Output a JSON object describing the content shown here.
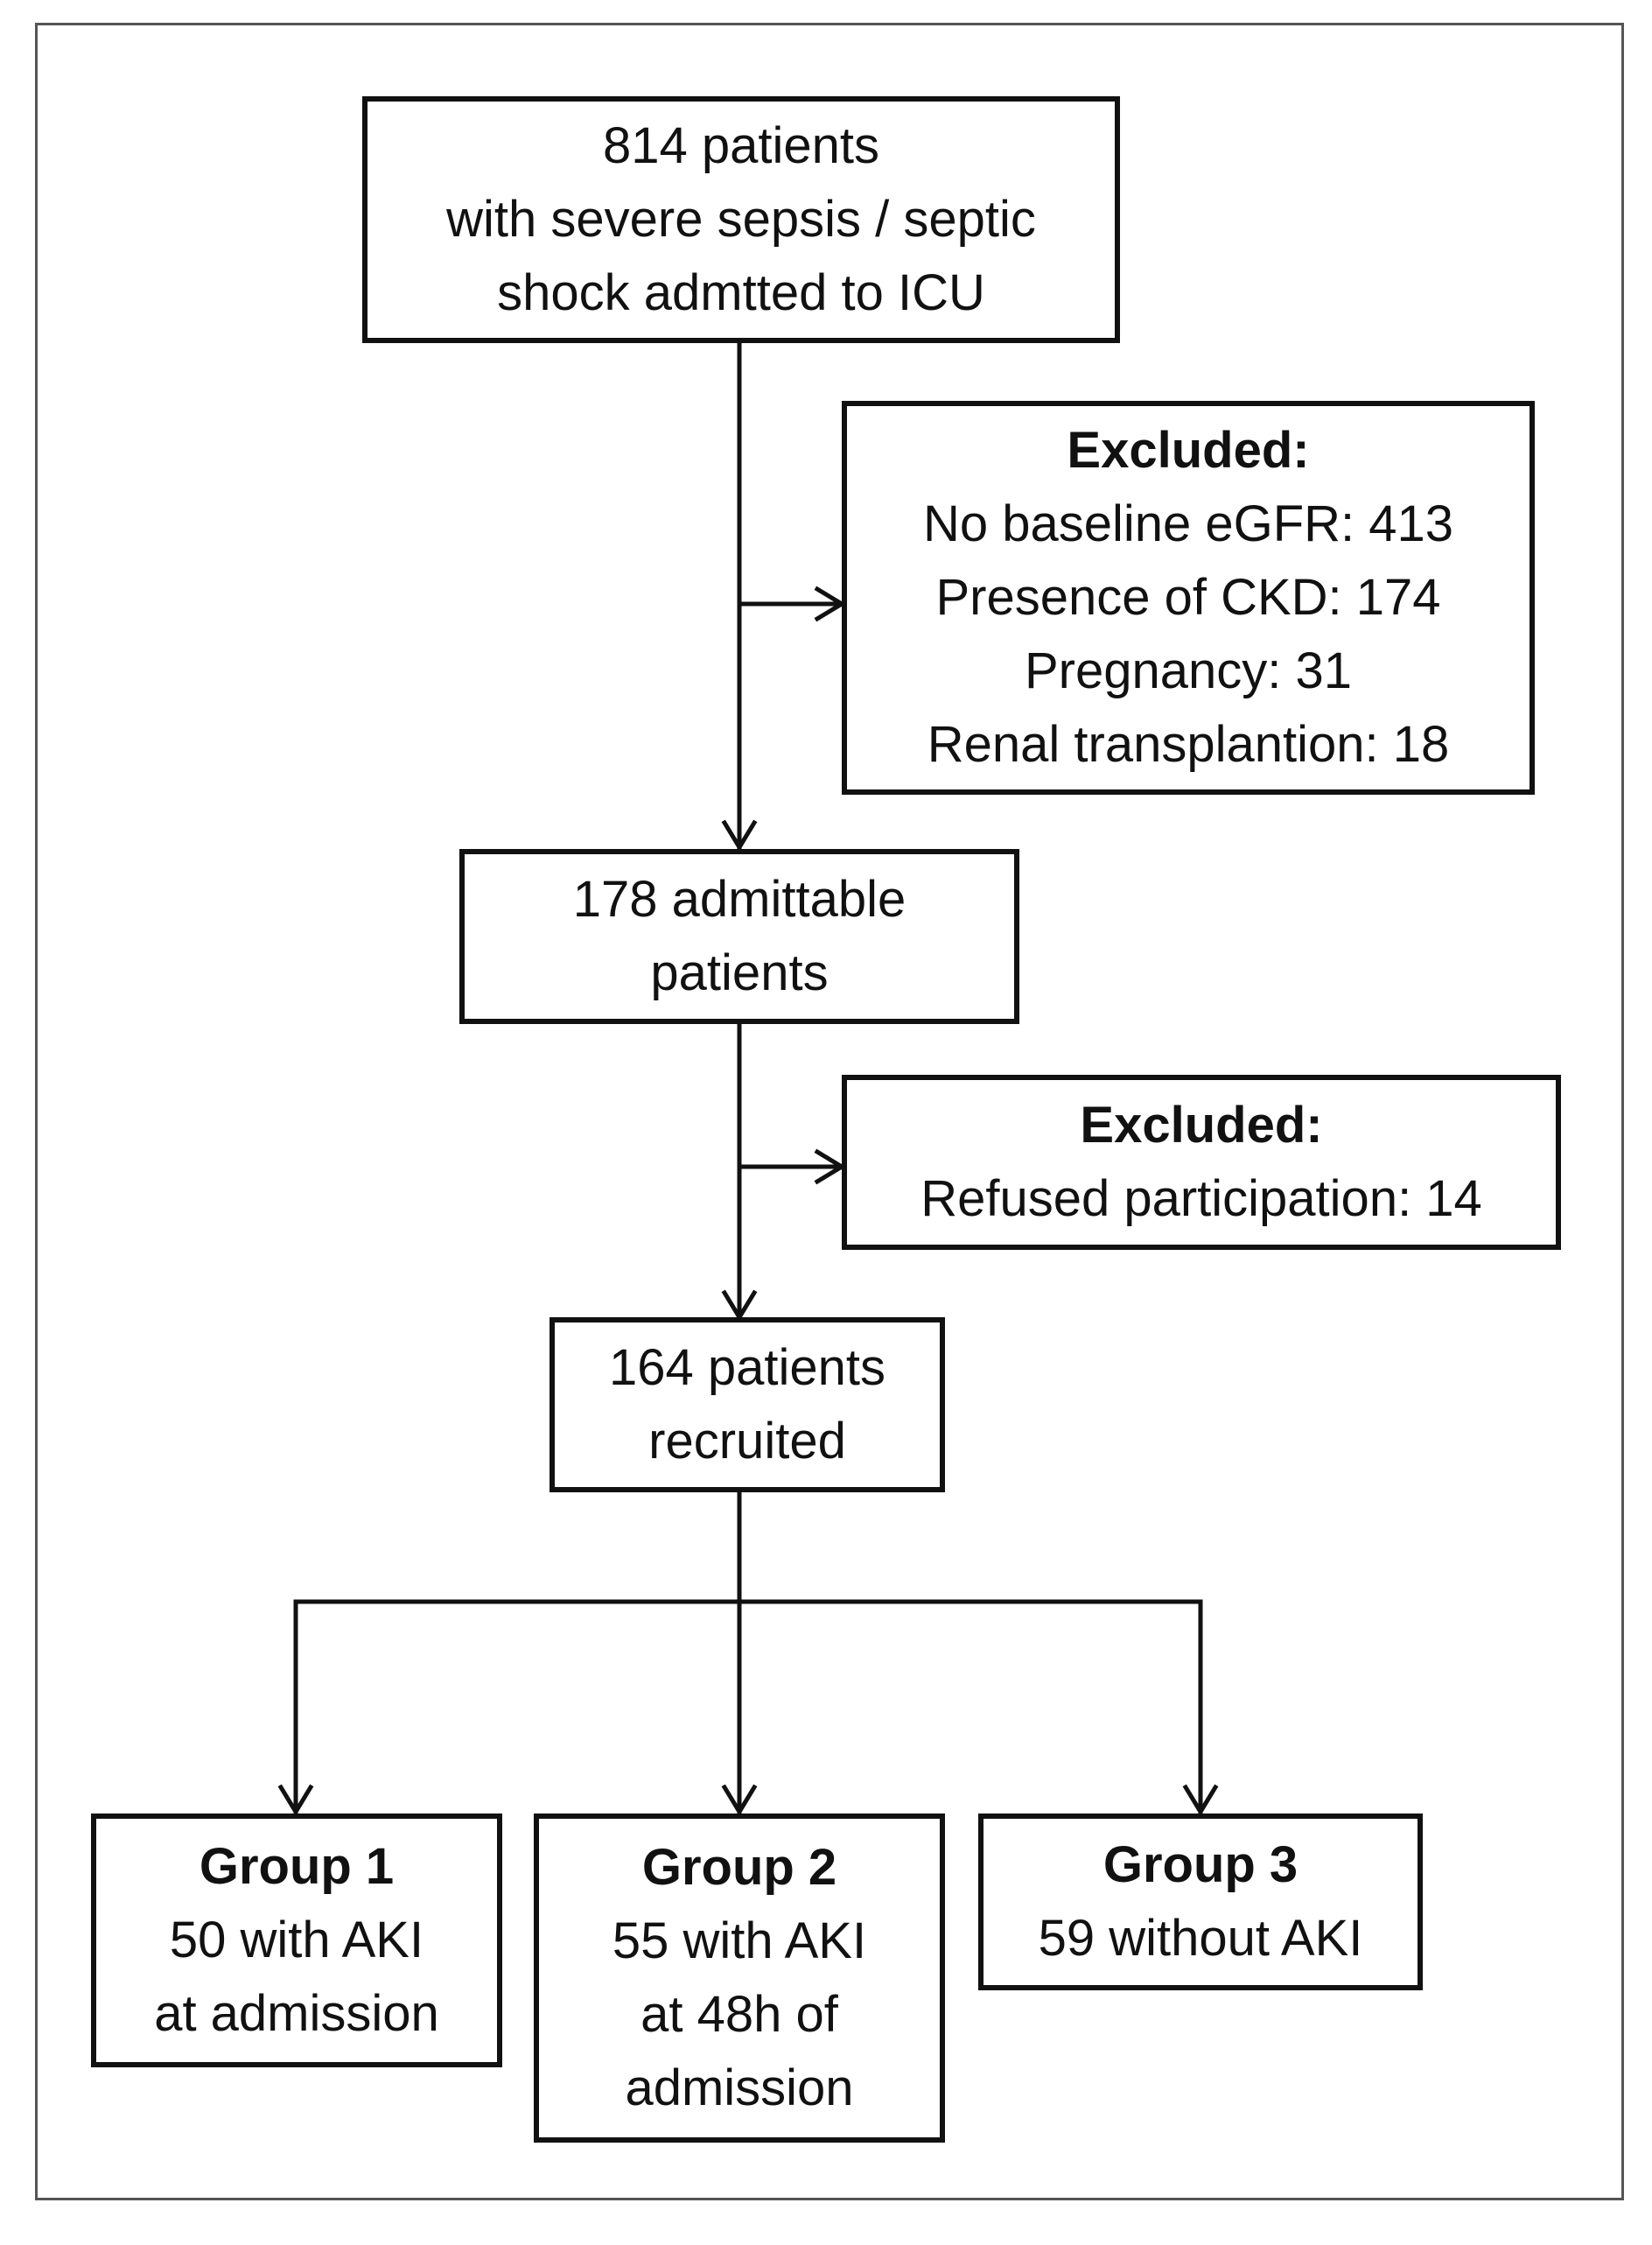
{
  "boxes": {
    "start": {
      "lines": [
        "814 patients",
        "with severe sepsis / septic",
        "shock admtted to ICU"
      ]
    },
    "excluded1": {
      "heading": "Excluded:",
      "lines": [
        "No baseline eGFR: 413",
        "Presence of CKD: 174",
        "Pregnancy: 31",
        "Renal transplantion: 18"
      ]
    },
    "admittable": {
      "lines": [
        "178 admittable",
        "patients"
      ]
    },
    "excluded2": {
      "heading": "Excluded:",
      "lines": [
        "Refused participation: 14"
      ]
    },
    "recruited": {
      "lines": [
        "164 patients",
        "recruited"
      ]
    },
    "group1": {
      "heading": "Group 1",
      "lines": [
        "50 with AKI",
        "at admission"
      ]
    },
    "group2": {
      "heading": "Group 2",
      "lines": [
        "55 with AKI",
        "at 48h of",
        "admission"
      ]
    },
    "group3": {
      "heading": "Group 3",
      "lines": [
        "59 without AKI"
      ]
    }
  },
  "colors": {
    "stroke": "#111111",
    "frame": "#555555",
    "background": "#ffffff"
  }
}
